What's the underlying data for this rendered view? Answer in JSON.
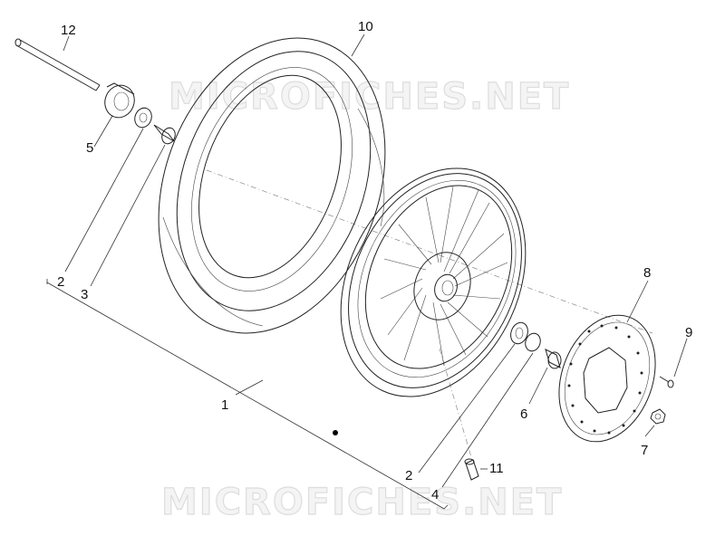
{
  "watermark": {
    "text": "MICROFICHES.NET"
  },
  "callouts": [
    {
      "id": "12",
      "label": "12"
    },
    {
      "id": "10",
      "label": "10"
    },
    {
      "id": "5",
      "label": "5"
    },
    {
      "id": "2a",
      "label": "2"
    },
    {
      "id": "3",
      "label": "3"
    },
    {
      "id": "1",
      "label": "1"
    },
    {
      "id": "8",
      "label": "8"
    },
    {
      "id": "9",
      "label": "9"
    },
    {
      "id": "6",
      "label": "6"
    },
    {
      "id": "7",
      "label": "7"
    },
    {
      "id": "2b",
      "label": "2"
    },
    {
      "id": "11",
      "label": "11"
    },
    {
      "id": "4",
      "label": "4"
    }
  ]
}
